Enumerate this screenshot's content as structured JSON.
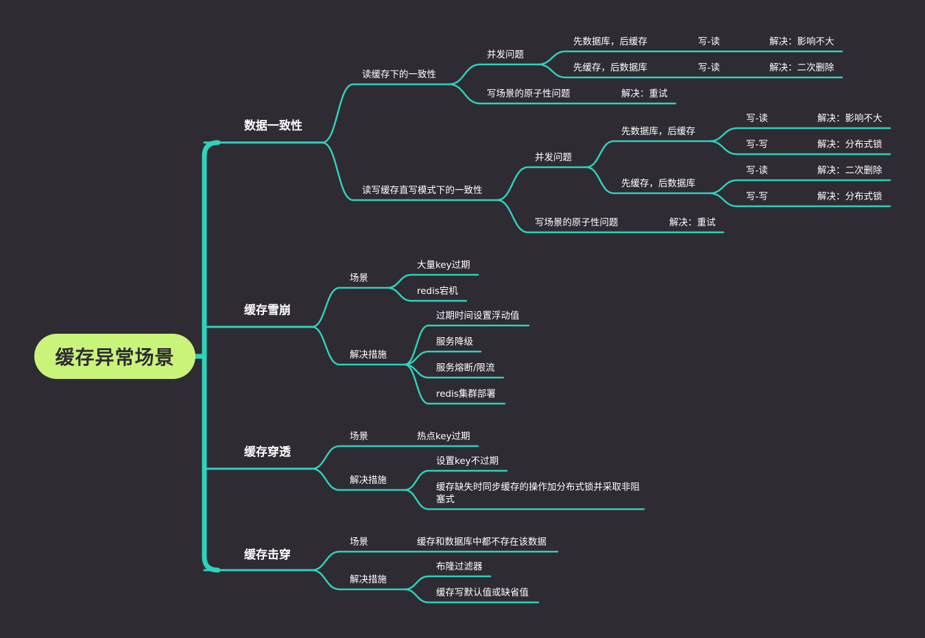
{
  "colors": {
    "background": "#2f2b33",
    "root_fill": "#c9f47a",
    "connector": "#2ed3be",
    "text": "#ffffff"
  },
  "root": {
    "label": "缓存异常场景"
  },
  "branches": {
    "consistency": {
      "title": "数据一致性",
      "read_cache": {
        "title": "读缓存下的一致性",
        "concurrency": {
          "title": "并发问题",
          "db_first": {
            "label": "先数据库，后缓存",
            "op": "写-读",
            "solution": "解决：影响不大"
          },
          "cache_first": {
            "label": "先缓存，后数据库",
            "op": "写-读",
            "solution": "解决：二次删除"
          }
        },
        "atomicity": {
          "label": "写场景的原子性问题",
          "solution": "解决：重试"
        }
      },
      "rw_through": {
        "title": "读写缓存直写模式下的一致性",
        "concurrency": {
          "title": "并发问题",
          "db_first": {
            "label": "先数据库，后缓存",
            "items": [
              {
                "op": "写-读",
                "solution": "解决：影响不大"
              },
              {
                "op": "写-写",
                "solution": "解决：分布式锁"
              }
            ]
          },
          "cache_first": {
            "label": "先缓存，后数据库",
            "items": [
              {
                "op": "写-读",
                "solution": "解决：二次删除"
              },
              {
                "op": "写-写",
                "solution": "解决：分布式锁"
              }
            ]
          }
        },
        "atomicity": {
          "label": "写场景的原子性问题",
          "solution": "解决：重试"
        }
      }
    },
    "avalanche": {
      "title": "缓存雪崩",
      "scene": {
        "title": "场景",
        "items": [
          "大量key过期",
          "redis宕机"
        ]
      },
      "measures": {
        "title": "解决措施",
        "items": [
          "过期时间设置浮动值",
          "服务降级",
          "服务熔断/限流",
          "redis集群部署"
        ]
      }
    },
    "breakdown": {
      "title": "缓存穿透",
      "scene": {
        "title": "场景",
        "items": [
          "热点key过期"
        ]
      },
      "measures": {
        "title": "解决措施",
        "items": [
          "设置key不过期",
          "缓存缺失时同步缓存的操作加分布式锁并采取非阻塞式"
        ]
      }
    },
    "penetration": {
      "title": "缓存击穿",
      "scene": {
        "title": "场景",
        "items": [
          "缓存和数据库中都不存在该数据"
        ]
      },
      "measures": {
        "title": "解决措施",
        "items": [
          "布隆过滤器",
          "缓存写默认值或缺省值"
        ]
      }
    }
  }
}
